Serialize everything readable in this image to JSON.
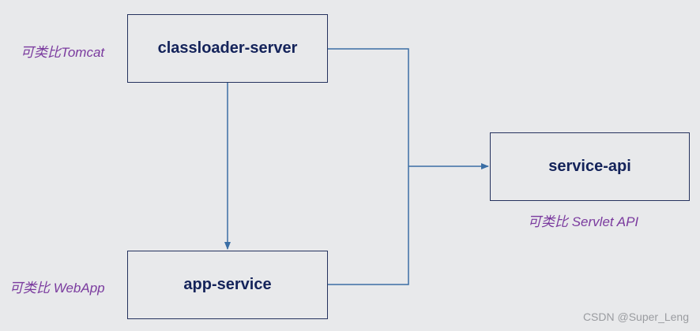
{
  "nodes": {
    "classloader_server": "classloader-server",
    "app_service": "app-service",
    "service_api": "service-api"
  },
  "notes": {
    "tomcat": "可类比Tomcat",
    "webapp": "可类比 WebApp",
    "servlet_api": "可类比 Servlet API"
  },
  "watermark": "CSDN @Super_Leng",
  "colors": {
    "background": "#e8e9eb",
    "box_border": "#25325e",
    "node_text": "#14235a",
    "connector": "#3a6ea5",
    "note_text": "#7a3a9e"
  }
}
